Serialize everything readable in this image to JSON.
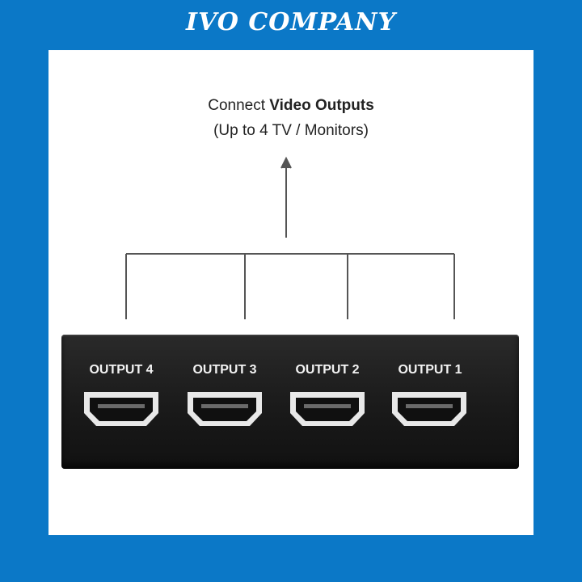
{
  "brand": {
    "name": "IVO COMPANY"
  },
  "caption": {
    "prefix": "Connect ",
    "bold": "Video Outputs",
    "line2": "(Up to 4 TV / Monitors)"
  },
  "outputs": [
    {
      "label": "OUTPUT 4"
    },
    {
      "label": "OUTPUT 3"
    },
    {
      "label": "OUTPUT 2"
    },
    {
      "label": "OUTPUT 1"
    }
  ],
  "colors": {
    "background": "#0b78c7",
    "panel": "#ffffff",
    "device": "#1a1a1a",
    "connector_line": "#555555"
  }
}
